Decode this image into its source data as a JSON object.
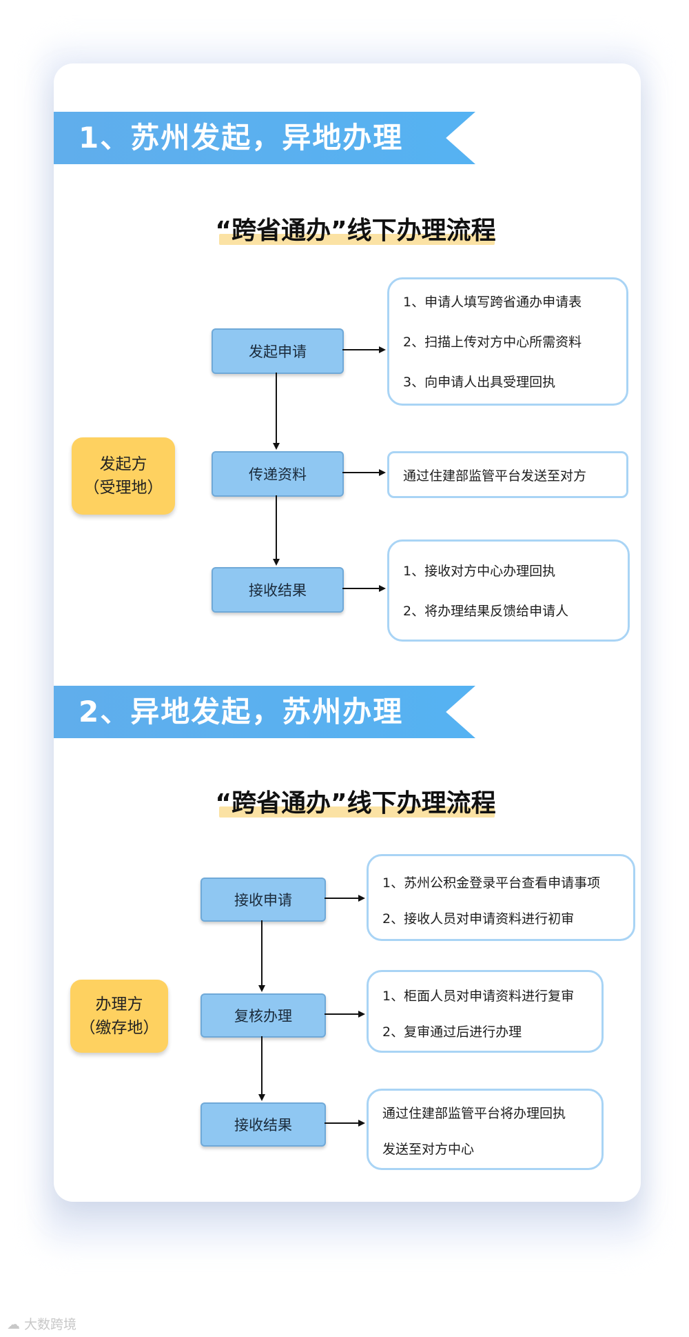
{
  "section1": {
    "heading": "1、苏州发起，异地办理",
    "subtitle": "“跨省通办”线下办理流程",
    "role": [
      "发起方",
      "（受理地）"
    ],
    "steps": [
      {
        "label": "发起申请",
        "notes": [
          "1、申请人填写跨省通办申请表",
          "2、扫描上传对方中心所需资料",
          "3、向申请人出具受理回执"
        ]
      },
      {
        "label": "传递资料",
        "notes": [
          "通过住建部监管平台发送至对方"
        ]
      },
      {
        "label": "接收结果",
        "notes": [
          "1、接收对方中心办理回执",
          "2、将办理结果反馈给申请人"
        ]
      }
    ]
  },
  "section2": {
    "heading": "2、异地发起，苏州办理",
    "subtitle": "“跨省通办”线下办理流程",
    "role": [
      "办理方",
      "（缴存地）"
    ],
    "steps": [
      {
        "label": "接收申请",
        "notes": [
          "1、苏州公积金登录平台查看申请事项",
          "2、接收人员对申请资料进行初审"
        ]
      },
      {
        "label": "复核办理",
        "notes": [
          "1、柜面人员对申请资料进行复审",
          "2、复审通过后进行办理"
        ]
      },
      {
        "label": "接收结果",
        "notes": [
          "通过住建部监管平台将办理回执",
          "发送至对方中心"
        ]
      }
    ]
  },
  "watermark": "大数跨境",
  "colors": {
    "banner": "#5aaff0",
    "step_box": "#8fc7f2",
    "note_border": "#a9d4f5",
    "role_box": "#fed160",
    "highlight": "#fbe2a4"
  }
}
